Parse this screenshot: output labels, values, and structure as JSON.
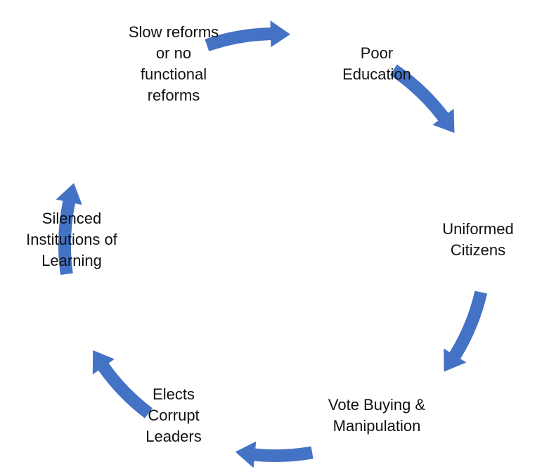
{
  "diagram": {
    "type": "cycle",
    "arrow_color": "#4472C4",
    "text_color": "#111111",
    "nodes": [
      {
        "id": "slow",
        "lines": [
          "Slow reforms",
          "or no",
          "functional",
          "reforms"
        ]
      },
      {
        "id": "poor",
        "lines": [
          "Poor",
          "Education"
        ]
      },
      {
        "id": "uninformed",
        "lines": [
          "Uniformed",
          "Citizens"
        ]
      },
      {
        "id": "vote",
        "lines": [
          "Vote Buying &",
          "Manipulation"
        ]
      },
      {
        "id": "elects",
        "lines": [
          "Elects",
          "Corrupt",
          "Leaders"
        ]
      },
      {
        "id": "silenced",
        "lines": [
          "Silenced",
          "Institutions of",
          "Learning"
        ]
      }
    ],
    "edges": [
      {
        "from": "slow",
        "to": "poor"
      },
      {
        "from": "poor",
        "to": "uninformed"
      },
      {
        "from": "uninformed",
        "to": "vote"
      },
      {
        "from": "vote",
        "to": "elects"
      },
      {
        "from": "elects",
        "to": "silenced"
      },
      {
        "from": "silenced",
        "to": "slow"
      }
    ]
  }
}
